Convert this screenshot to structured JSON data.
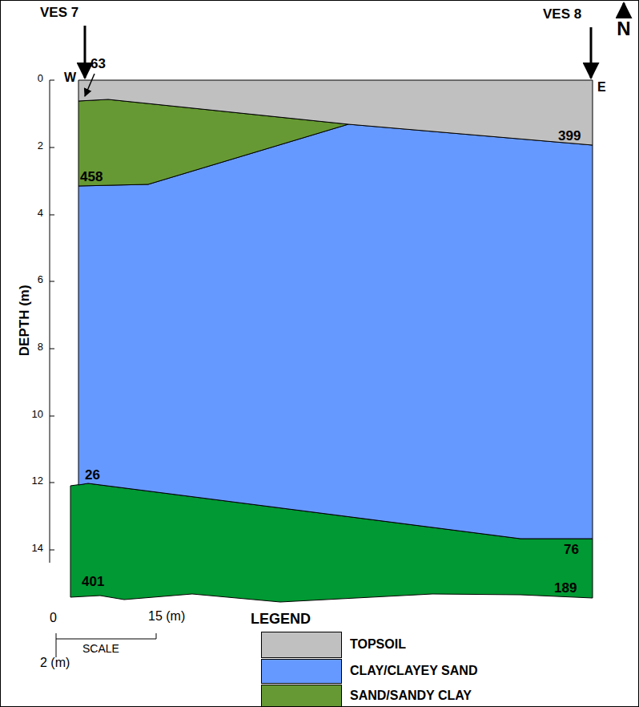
{
  "diagram": {
    "labels": [
      "VES 7",
      "N",
      "VES 8",
      "63",
      "W",
      "E",
      "458",
      "399",
      "26",
      "76",
      "401",
      "189",
      "0",
      "2",
      "4",
      "6",
      "8",
      "10",
      "12",
      "14",
      "DEPTH (m)",
      "0",
      "15 (m)",
      "SCALE",
      "2 (m)",
      "LEGEND"
    ],
    "legend": [
      {
        "text": "TOPSOIL",
        "color": "#c0c0c0"
      },
      {
        "text": "CLAY/CLAYEY SAND",
        "color": "#6699ff"
      },
      {
        "text": "SAND/SANDY CLAY",
        "color": "#669933"
      }
    ]
  }
}
